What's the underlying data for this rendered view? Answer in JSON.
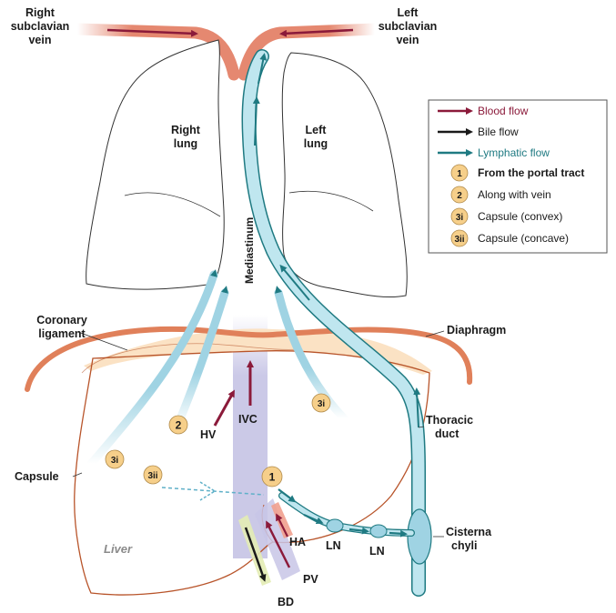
{
  "labels": {
    "right_subclavian_1": "Right",
    "right_subclavian_2": "subclavian",
    "right_subclavian_3": "vein",
    "left_subclavian_1": "Left",
    "left_subclavian_2": "subclavian",
    "left_subclavian_3": "vein",
    "right_lung_1": "Right",
    "right_lung_2": "lung",
    "left_lung_1": "Left",
    "left_lung_2": "lung",
    "mediastinum": "Mediastinum",
    "coronary_1": "Coronary",
    "coronary_2": "ligament",
    "diaphragm": "Diaphragm",
    "thoracic_1": "Thoracic",
    "thoracic_2": "duct",
    "capsule": "Capsule",
    "liver": "Liver",
    "hv": "HV",
    "ivc": "IVC",
    "ha": "HA",
    "pv": "PV",
    "bd": "BD",
    "ln1": "LN",
    "ln2": "LN",
    "cisterna_1": "Cisterna",
    "cisterna_2": "chyli"
  },
  "badges": {
    "b1": "1",
    "b2": "2",
    "b3i_a": "3i",
    "b3i_b": "3i",
    "b3ii": "3ii"
  },
  "legend": {
    "blood": "Blood flow",
    "bile": "Bile flow",
    "lymph": "Lymphatic flow",
    "item1_badge": "1",
    "item1": "From the portal tract",
    "item2_badge": "2",
    "item2": "Along with vein",
    "item3_badge": "3i",
    "item3": "Capsule (convex)",
    "item4_badge": "3ii",
    "item4": "Capsule (concave)"
  },
  "colors": {
    "blood": "#8b1a3a",
    "bile": "#1a1a1a",
    "lymph": "#1f7a82",
    "lymph_fill": "#bfe6ef",
    "badge": "#f6cf8a",
    "diaphragm": "#e0805a",
    "coronary": "#fbe2c4",
    "ivc": "#c8c6e6",
    "vein": "#e58870",
    "liver_outline": "#b8542a"
  }
}
